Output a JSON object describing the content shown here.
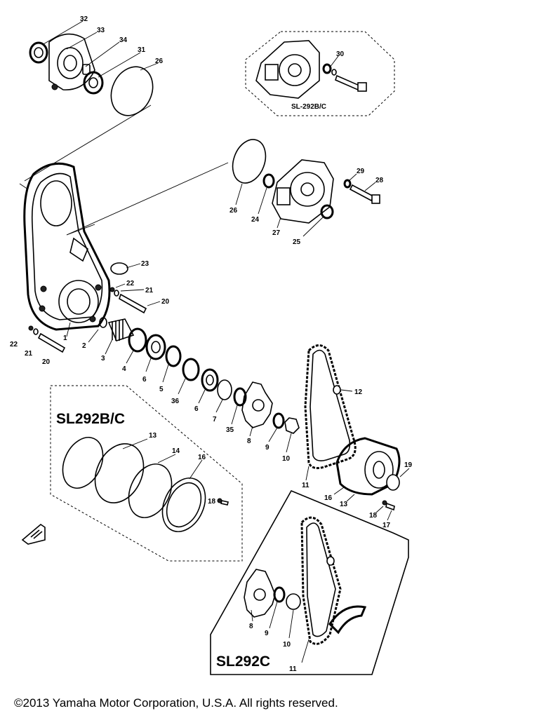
{
  "variant_labels": {
    "inset_top": "SL-292B/C",
    "box_left": "SL292B/C",
    "box_bottom": "SL292C"
  },
  "callouts": [
    {
      "id": "c32",
      "text": "32"
    },
    {
      "id": "c33",
      "text": "33"
    },
    {
      "id": "c34",
      "text": "34"
    },
    {
      "id": "c31",
      "text": "31"
    },
    {
      "id": "c26a",
      "text": "26"
    },
    {
      "id": "c30",
      "text": "30"
    },
    {
      "id": "c29",
      "text": "29"
    },
    {
      "id": "c28",
      "text": "28"
    },
    {
      "id": "c26b",
      "text": "26"
    },
    {
      "id": "c24",
      "text": "24"
    },
    {
      "id": "c27",
      "text": "27"
    },
    {
      "id": "c25",
      "text": "25"
    },
    {
      "id": "c23",
      "text": "23"
    },
    {
      "id": "c22a",
      "text": "22"
    },
    {
      "id": "c21a",
      "text": "21"
    },
    {
      "id": "c20a",
      "text": "20"
    },
    {
      "id": "c22b",
      "text": "22"
    },
    {
      "id": "c21b",
      "text": "21"
    },
    {
      "id": "c20b",
      "text": "20"
    },
    {
      "id": "c1",
      "text": "1"
    },
    {
      "id": "c2",
      "text": "2"
    },
    {
      "id": "c3",
      "text": "3"
    },
    {
      "id": "c4",
      "text": "4"
    },
    {
      "id": "c6a",
      "text": "6"
    },
    {
      "id": "c5",
      "text": "5"
    },
    {
      "id": "c36",
      "text": "36"
    },
    {
      "id": "c6b",
      "text": "6"
    },
    {
      "id": "c7",
      "text": "7"
    },
    {
      "id": "c35",
      "text": "35"
    },
    {
      "id": "c8a",
      "text": "8"
    },
    {
      "id": "c9a",
      "text": "9"
    },
    {
      "id": "c10a",
      "text": "10"
    },
    {
      "id": "c12",
      "text": "12"
    },
    {
      "id": "c11a",
      "text": "11"
    },
    {
      "id": "c16a",
      "text": "16"
    },
    {
      "id": "c13a",
      "text": "13"
    },
    {
      "id": "c19",
      "text": "19"
    },
    {
      "id": "c18a",
      "text": "18"
    },
    {
      "id": "c17",
      "text": "17"
    },
    {
      "id": "c13b",
      "text": "13"
    },
    {
      "id": "c14",
      "text": "14"
    },
    {
      "id": "c16b",
      "text": "16"
    },
    {
      "id": "c18b",
      "text": "18"
    },
    {
      "id": "c8b",
      "text": "8"
    },
    {
      "id": "c9b",
      "text": "9"
    },
    {
      "id": "c10b",
      "text": "10"
    },
    {
      "id": "c11b",
      "text": "11"
    }
  ],
  "copyright": "©2013 Yamaha Motor Corporation, U.S.A. All rights reserved."
}
